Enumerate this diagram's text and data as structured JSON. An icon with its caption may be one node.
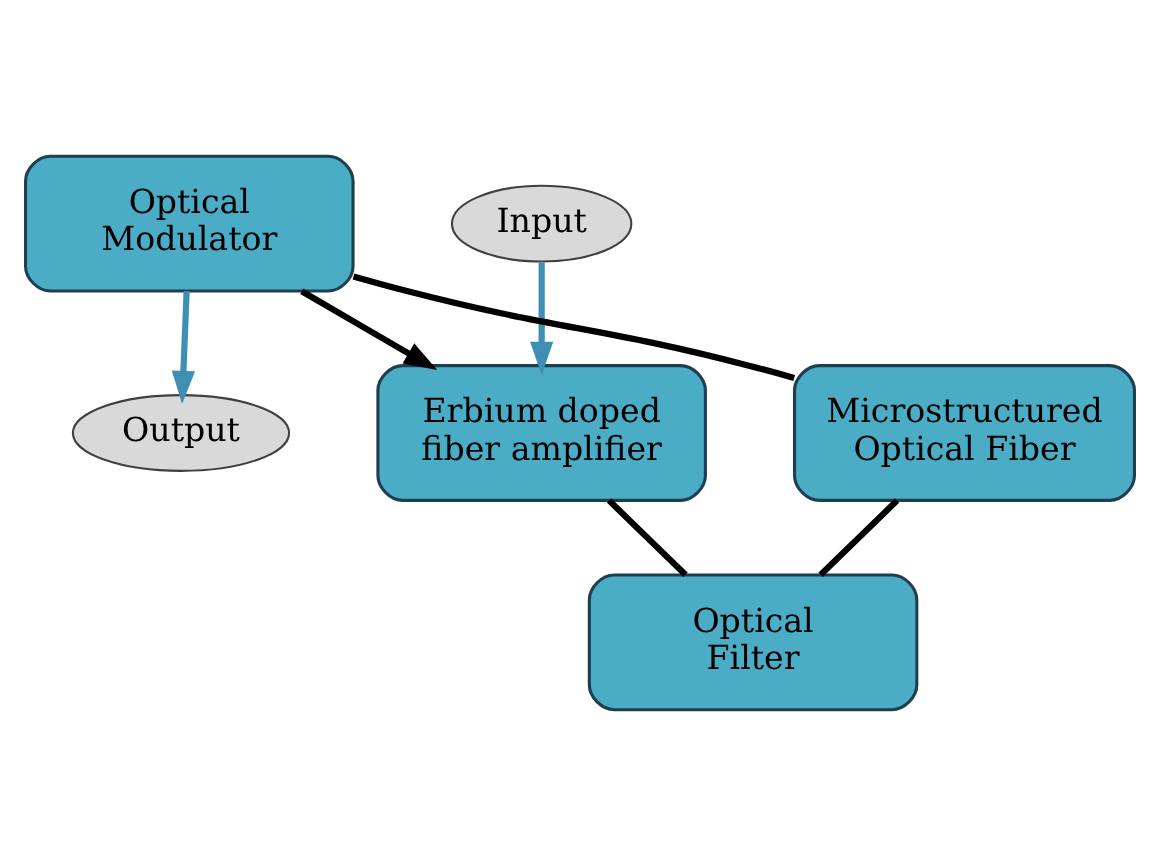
{
  "diagram": {
    "nodes": [
      {
        "text": [
          "Output"
        ]
      },
      {
        "text": [
          "Input"
        ]
      },
      {
        "text": [
          "Optical Modulator"
        ]
      },
      {
        "text": [
          "Erbium doped fiber amplifier"
        ]
      },
      {
        "text": [
          "Microstructured Optical Fiber"
        ]
      },
      {
        "text": [
          "Optical Filter"
        ]
      }
    ],
    "edges": [
      {
        "from": 2,
        "to": 0,
        "arrow": "to",
        "color": "#3f8fb5"
      },
      {
        "from": 1,
        "to": 3,
        "arrow": "to",
        "color": "#3f8fb5"
      },
      {
        "from": 2,
        "to": 3,
        "arrow": "to"
      },
      {
        "from": 3,
        "to": 5,
        "arrow": "none"
      },
      {
        "from": 5,
        "to": 4,
        "arrow": "none"
      },
      {
        "from": 4,
        "to": 2,
        "arrow": "none"
      }
    ]
  }
}
